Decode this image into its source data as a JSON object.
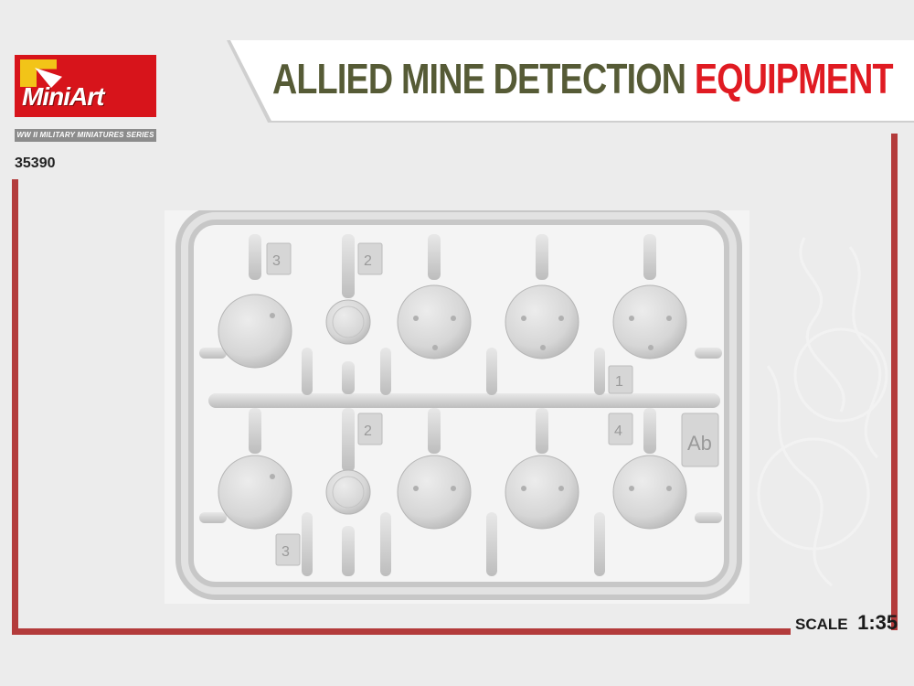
{
  "header": {
    "title_part1": "ALLIED MINE DETECTION",
    "title_part2": "EQUIPMENT"
  },
  "brand": {
    "logo_text": "MiniArt",
    "series": "WW II MILITARY MINIATURES SERIES",
    "kit_number": "35390"
  },
  "footer": {
    "scale_label": "SCALE",
    "scale_value": "1:35"
  },
  "sprue": {
    "part_numbers": [
      "3",
      "2",
      "1",
      "2",
      "4",
      "3"
    ],
    "sprue_label": "Ab"
  },
  "colors": {
    "title_olive": "#565b36",
    "title_red": "#e01b22",
    "logo_red": "#d7141b",
    "logo_yellow": "#f2c418",
    "frame_red": "#b33b3b",
    "plastic": "#d9d9d9"
  }
}
